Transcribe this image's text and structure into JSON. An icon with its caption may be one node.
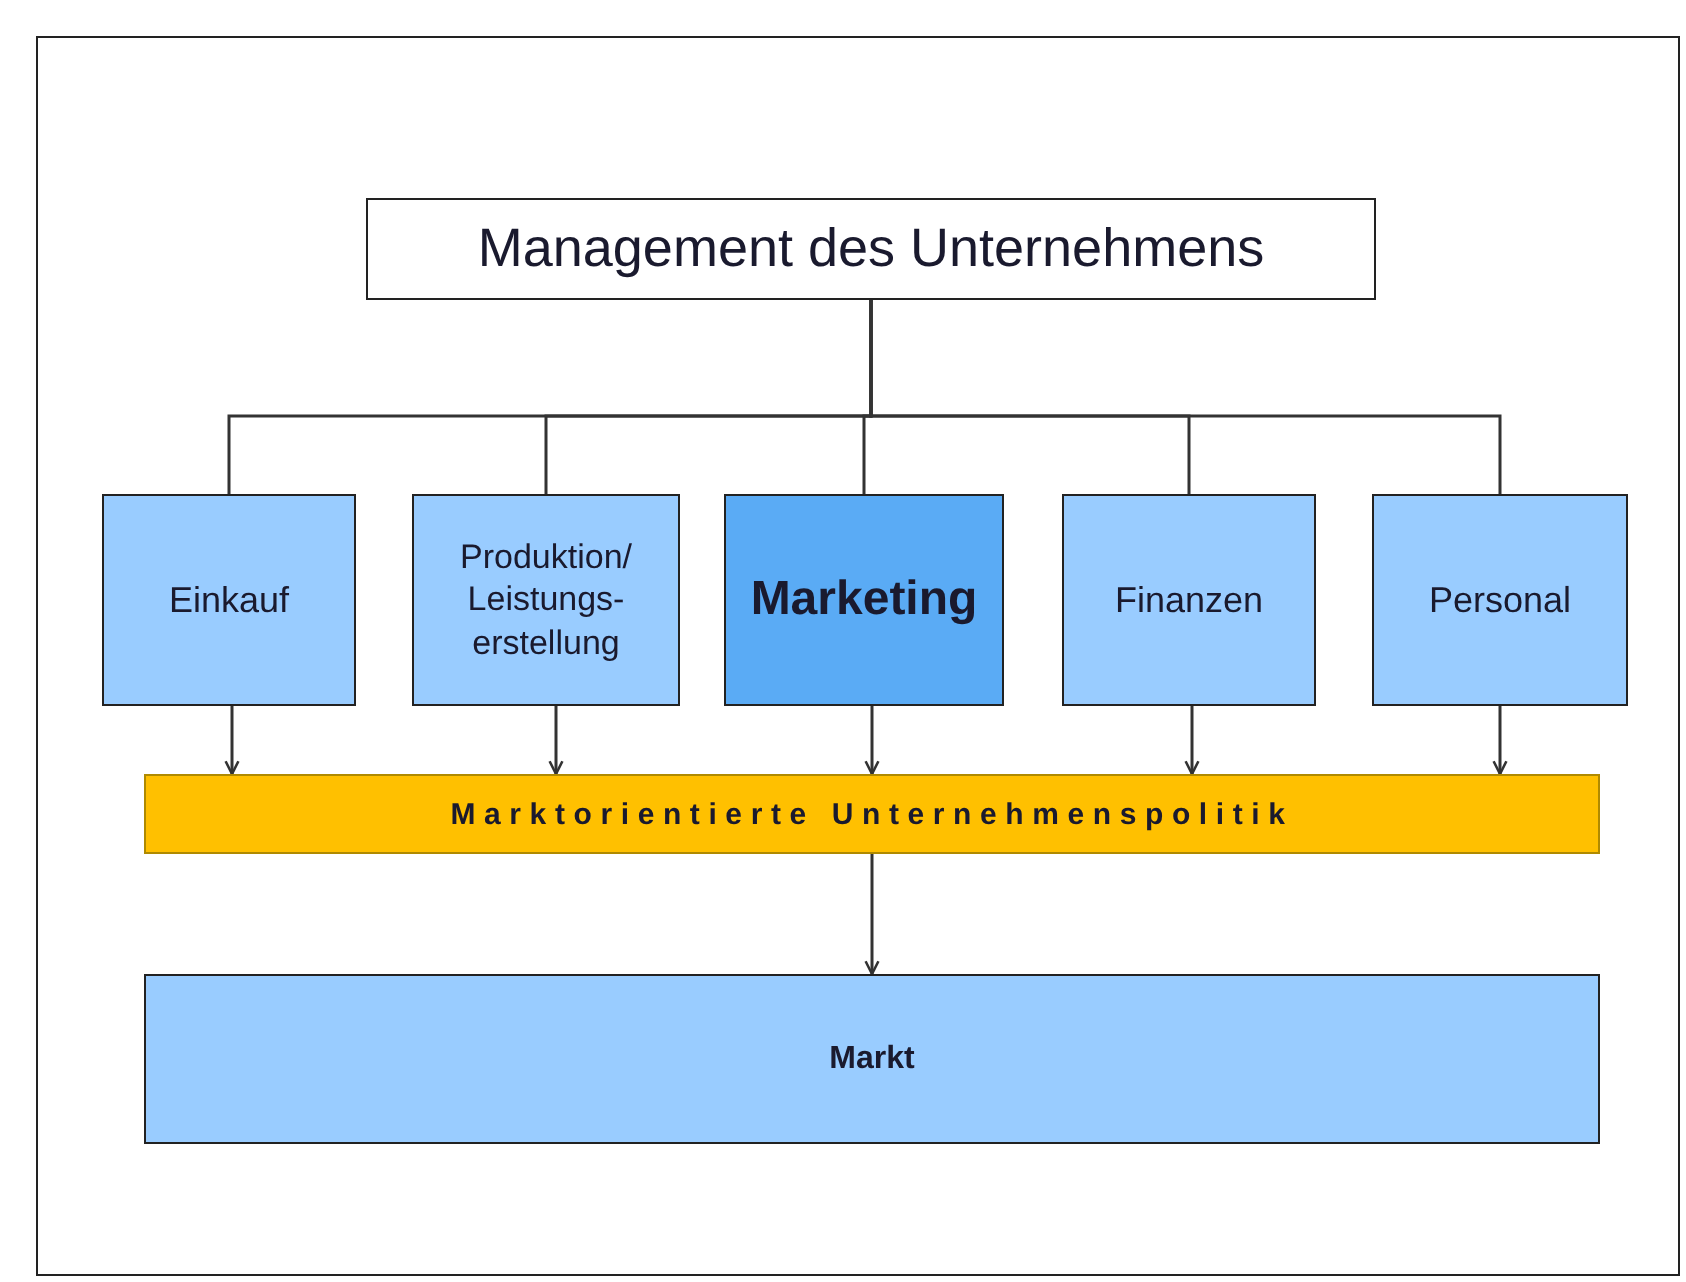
{
  "diagram": {
    "nodes": [
      {
        "text": [
          "Management des Unternehmens"
        ]
      },
      {
        "text": [
          "Einkauf"
        ]
      },
      {
        "text": [
          "Produktion/ Leistungs-erstellung"
        ]
      },
      {
        "text": [
          "Marketing"
        ]
      },
      {
        "text": [
          "Finanzen"
        ]
      },
      {
        "text": [
          "Personal"
        ]
      },
      {
        "text": [
          "Marktorientierte Unternehmenspolitik"
        ]
      },
      {
        "text": [
          "Markt"
        ]
      }
    ],
    "edges": [
      {
        "from": 0,
        "to": 1,
        "arrow": "none"
      },
      {
        "from": 0,
        "to": 2,
        "arrow": "none"
      },
      {
        "from": 0,
        "to": 3,
        "arrow": "none"
      },
      {
        "from": 0,
        "to": 4,
        "arrow": "none"
      },
      {
        "from": 0,
        "to": 5,
        "arrow": "none"
      },
      {
        "from": 1,
        "to": 6,
        "arrow": "to"
      },
      {
        "from": 2,
        "to": 6,
        "arrow": "to"
      },
      {
        "from": 3,
        "to": 6,
        "arrow": "to"
      },
      {
        "from": 4,
        "to": 6,
        "arrow": "to"
      },
      {
        "from": 5,
        "to": 6,
        "arrow": "to"
      },
      {
        "from": 6,
        "to": 7,
        "arrow": "to"
      }
    ]
  }
}
